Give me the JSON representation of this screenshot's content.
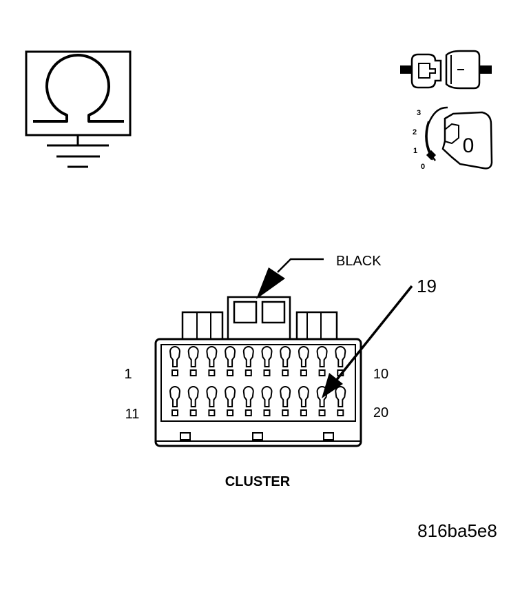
{
  "ohmmeter_symbol": {
    "glyph": "Ω",
    "icon": "ohmmeter-icon",
    "ground_icon": "ground-icon"
  },
  "ignition": {
    "icon": "ignition-key-icon",
    "switch_icon": "switch-connector-icon",
    "positions": [
      "3",
      "2",
      "1",
      "0"
    ],
    "key_position": "0"
  },
  "connector": {
    "color_label": "BLACK",
    "name": "CLUSTER",
    "highlighted_pin": "19",
    "pin_left_top": "1",
    "pin_right_top": "10",
    "pin_left_bottom": "11",
    "pin_right_bottom": "20"
  },
  "figure_id": "816ba5e8",
  "colors": {
    "line": "#000000",
    "background": "#ffffff"
  }
}
